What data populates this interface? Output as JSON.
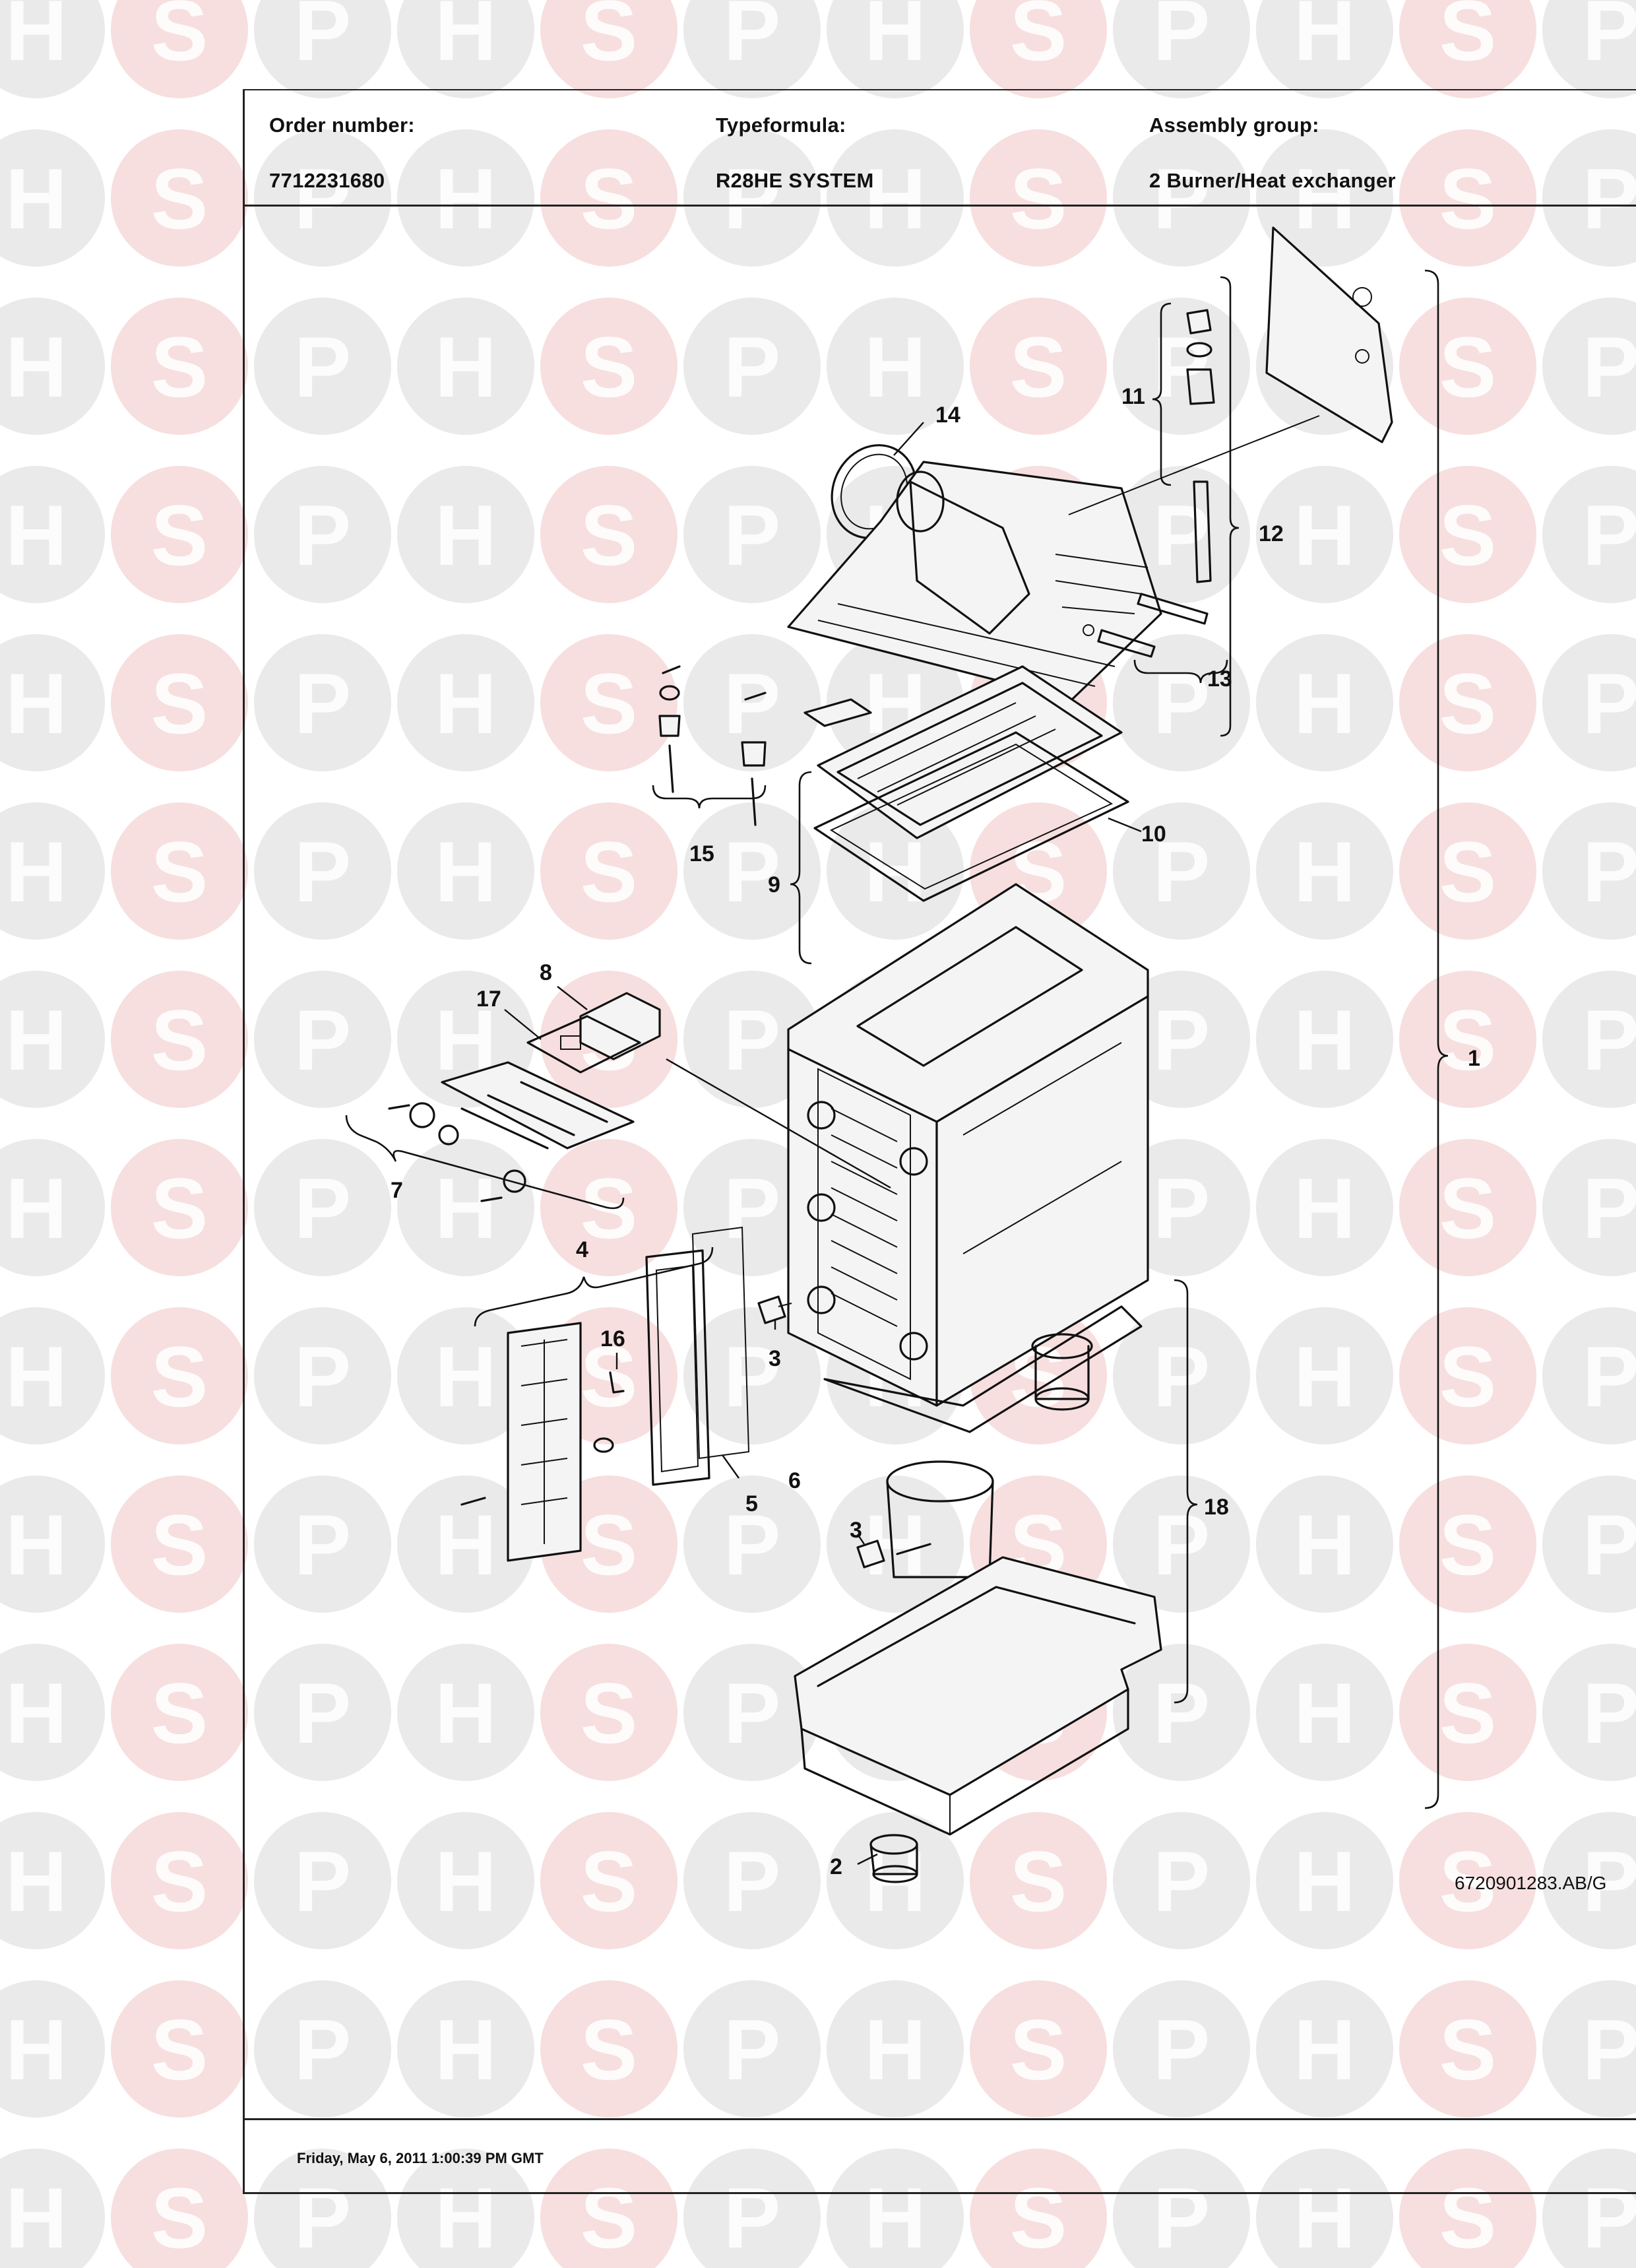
{
  "header": {
    "order_number_label": "Order number:",
    "order_number_value": "7712231680",
    "typeformula_label": "Typeformula:",
    "typeformula_value": "R28HE SYSTEM",
    "assembly_group_label": "Assembly group:",
    "assembly_group_value": "2 Burner/Heat exchanger"
  },
  "watermark": {
    "letters": [
      "H",
      "S",
      "P"
    ],
    "colors": {
      "H": "#d8d8d8",
      "S": "#f0c4c4",
      "P": "#d8d8d8"
    },
    "text_color": "#ffffff"
  },
  "callouts": {
    "c1": "1",
    "c2": "2",
    "c3a": "3",
    "c3b": "3",
    "c4": "4",
    "c5": "5",
    "c6": "6",
    "c7": "7",
    "c8": "8",
    "c9": "9",
    "c10": "10",
    "c11": "11",
    "c12": "12",
    "c13": "13",
    "c14": "14",
    "c15": "15",
    "c16": "16",
    "c17": "17",
    "c18": "18"
  },
  "drawing_code": "6720901283.AB/G",
  "footer": {
    "timestamp": "Friday, May 6, 2011 1:00:39 PM GMT"
  }
}
